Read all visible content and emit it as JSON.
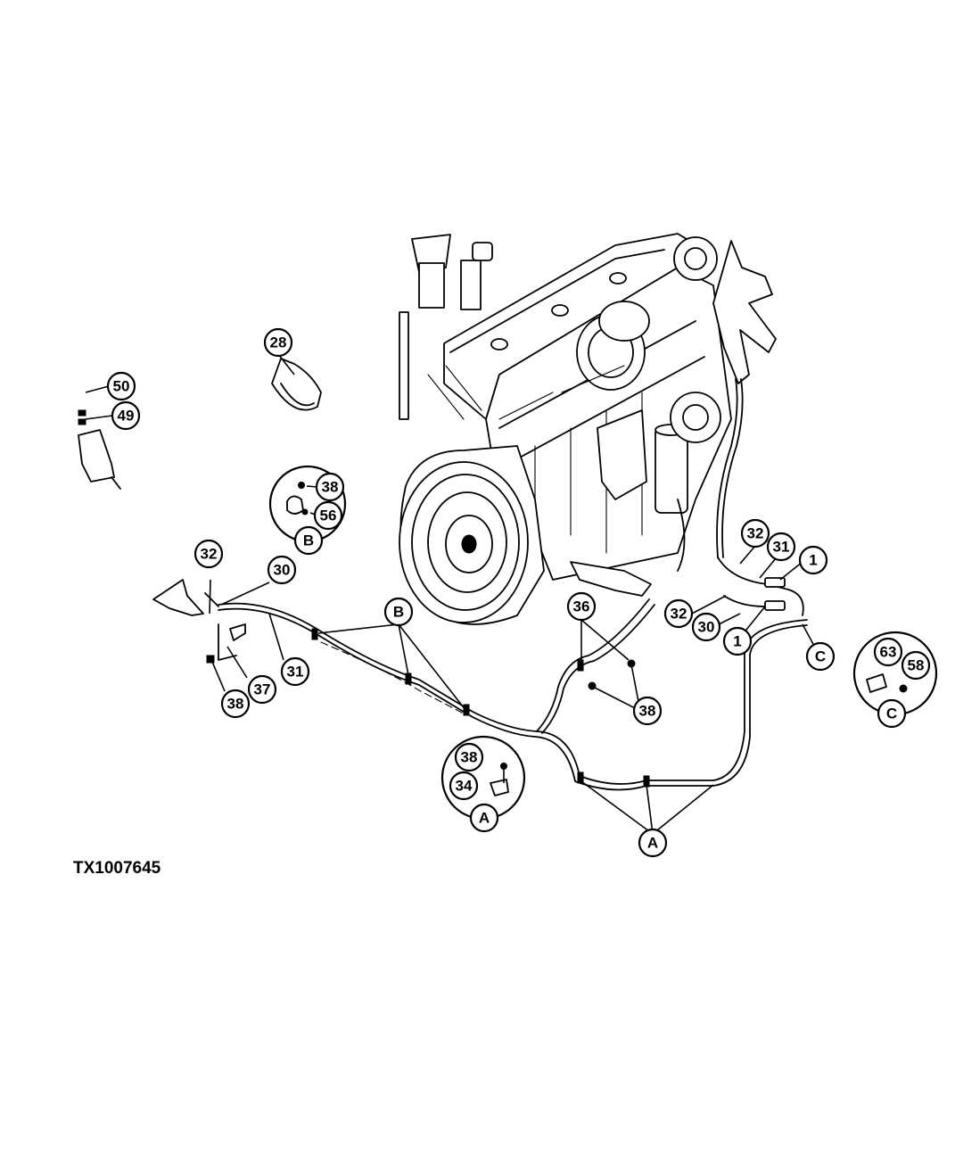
{
  "figure": {
    "id_label": "TX1007645"
  },
  "callouts": {
    "c28": "28",
    "c50": "50",
    "c49": "49",
    "c38_b": "38",
    "c56": "56",
    "c_b_detail": "B",
    "c32_left": "32",
    "c30_left": "30",
    "c31_left": "31",
    "c37": "37",
    "c38_left": "38",
    "c_b_hose": "B",
    "c36": "36",
    "c38_mid": "38",
    "c32_right_top": "32",
    "c31_right": "31",
    "c1_top": "1",
    "c32_right": "32",
    "c30_right": "30",
    "c1_bottom": "1",
    "c_c_hose": "C",
    "c63": "63",
    "c58": "58",
    "c_c_detail": "C",
    "c38_a": "38",
    "c34": "34",
    "c_a_detail": "A",
    "c_a_hose": "A"
  }
}
